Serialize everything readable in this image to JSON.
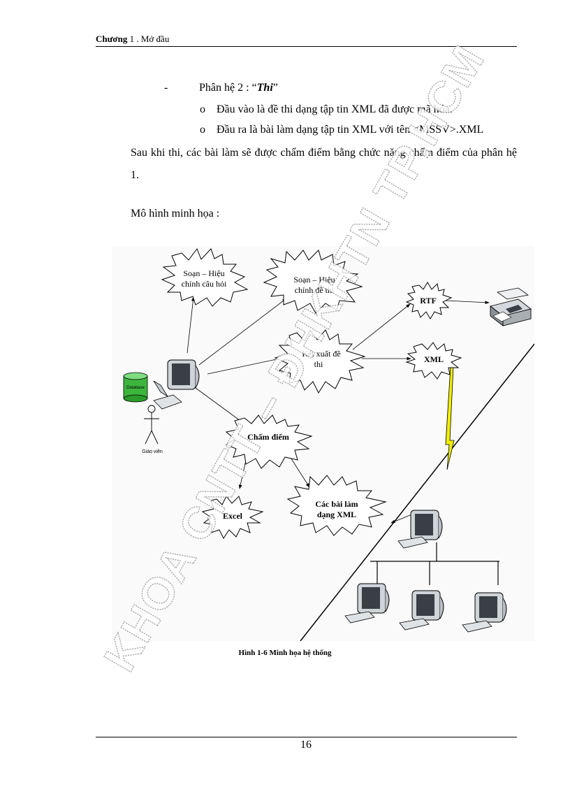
{
  "header": {
    "chapter_bold": "Chương",
    "chapter_rest": " 1 . Mở đầu"
  },
  "sections": {
    "dash": "-",
    "part_label": "Phân hệ 2 : “",
    "part_name": "Thi",
    "part_close": "”",
    "bullet_mark": "o",
    "bullets": [
      "Đầu vào là đề thi dạng tập tin XML đã được mã hóa.",
      "Đầu ra là bài làm dạng tập tin XML với tên <MSSV>.XML"
    ],
    "paragraph": "Sau khi thi, các bài làm sẽ được chấm điểm bằng chức năng chấm điểm của phân hệ 1.",
    "model_label": "Mô hình minh họa :"
  },
  "figure": {
    "bursts": {
      "edit_questions": [
        "Soạn – Hiệu",
        "chỉnh câu hỏi"
      ],
      "edit_exam": [
        "Soạn – Hiệu",
        "chỉnh đề thi"
      ],
      "export_exam": [
        "Kết xuất đề",
        "thi"
      ],
      "grading": [
        "Chấm điểm"
      ],
      "excel": [
        "Excel"
      ],
      "answers": [
        "Các bài làm",
        "dạng XML"
      ],
      "rtf": [
        "RTF"
      ],
      "xml": [
        "XML"
      ]
    },
    "database_label": "Database",
    "teacher_label": "Giáo viên",
    "caption": "Hình 1-6 Minh họa hệ thống"
  },
  "watermark_text": "KHOA CNTT – ĐHKHTN TP.HCM",
  "footer": {
    "page_number": "16"
  }
}
